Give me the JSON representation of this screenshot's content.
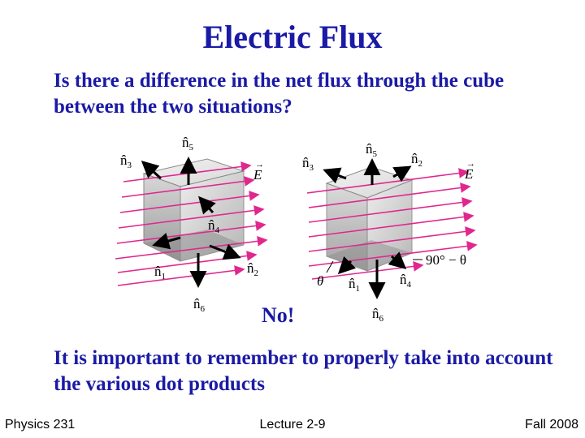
{
  "slide": {
    "title": "Electric Flux",
    "question": "Is there a difference in the net flux through the cube between the two situations?",
    "answer": "No!",
    "remark": "It is important to remember to properly take into account the various dot products"
  },
  "figure": {
    "left_cube": {
      "field_label": "E",
      "normals": [
        {
          "sym": "n",
          "sub": "5"
        },
        {
          "sym": "n",
          "sub": "3"
        },
        {
          "sym": "n",
          "sub": "4"
        },
        {
          "sym": "n",
          "sub": "1"
        },
        {
          "sym": "n",
          "sub": "2"
        },
        {
          "sym": "n",
          "sub": "6"
        }
      ]
    },
    "right_cube": {
      "field_label": "E",
      "normals": [
        {
          "sym": "n",
          "sub": "5"
        },
        {
          "sym": "n",
          "sub": "3"
        },
        {
          "sym": "n",
          "sub": "2"
        },
        {
          "sym": "n",
          "sub": "1"
        },
        {
          "sym": "n",
          "sub": "4"
        },
        {
          "sym": "n",
          "sub": "6"
        }
      ],
      "angle_label": "θ",
      "complement_label": "90° − θ"
    },
    "colors": {
      "field_line": "#e0278e",
      "text": "#1a1aa6"
    }
  },
  "footer": {
    "course": "Physics 231",
    "lecture": "Lecture 2-9",
    "term": "Fall 2008"
  }
}
